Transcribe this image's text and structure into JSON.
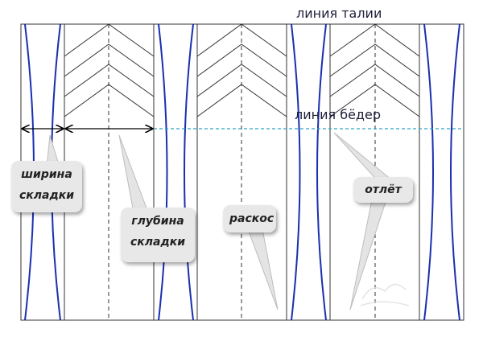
{
  "labels": {
    "waist_line": "линия талии",
    "hip_line": "линия бёдер"
  },
  "callouts": {
    "pleat_width": [
      "ширина",
      "складки"
    ],
    "pleat_depth": [
      "глубина",
      "складки"
    ],
    "raskos": "раскос",
    "otlet": "отлёт"
  },
  "colors": {
    "frame": "#333333",
    "curve": "#1a2fb0",
    "hip_dash": "#2aa3c8",
    "callout_bg": "#e8e8e8"
  }
}
